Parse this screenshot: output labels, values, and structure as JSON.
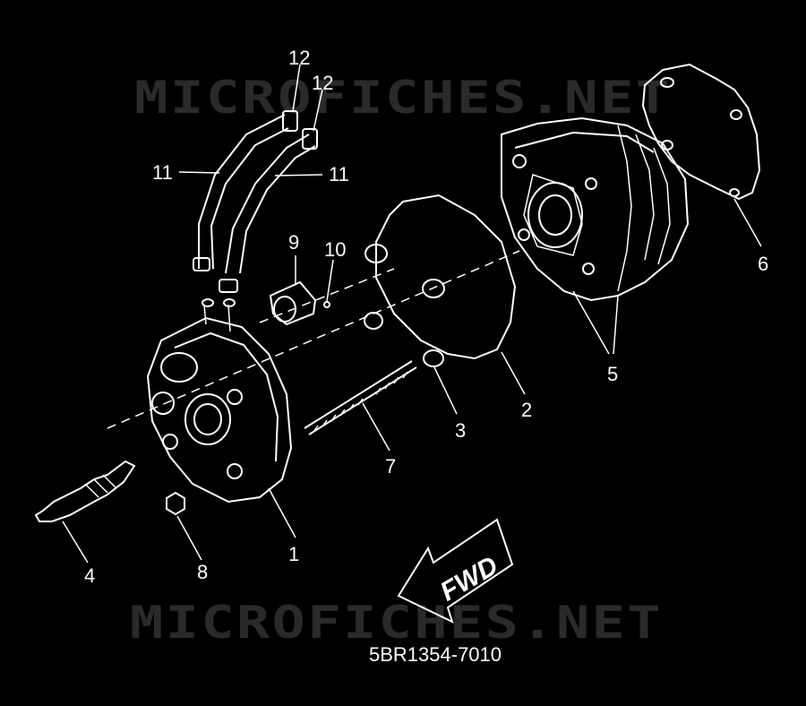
{
  "watermark": {
    "top": "MICROFICHES.NET",
    "bottom": "MICROFICHES.NET"
  },
  "diagram_code": "5BR1354-7010",
  "direction_label": "FWD",
  "callouts": {
    "c1": "1",
    "c2": "2",
    "c3": "3",
    "c4": "4",
    "c5": "5",
    "c6": "6",
    "c7": "7",
    "c8": "8",
    "c9": "9",
    "c10": "10",
    "c11a": "11",
    "c11b": "11",
    "c12a": "12",
    "c12b": "12"
  },
  "colors": {
    "background": "#000000",
    "line": "#ffffff",
    "watermark": "#2a2a2a"
  }
}
